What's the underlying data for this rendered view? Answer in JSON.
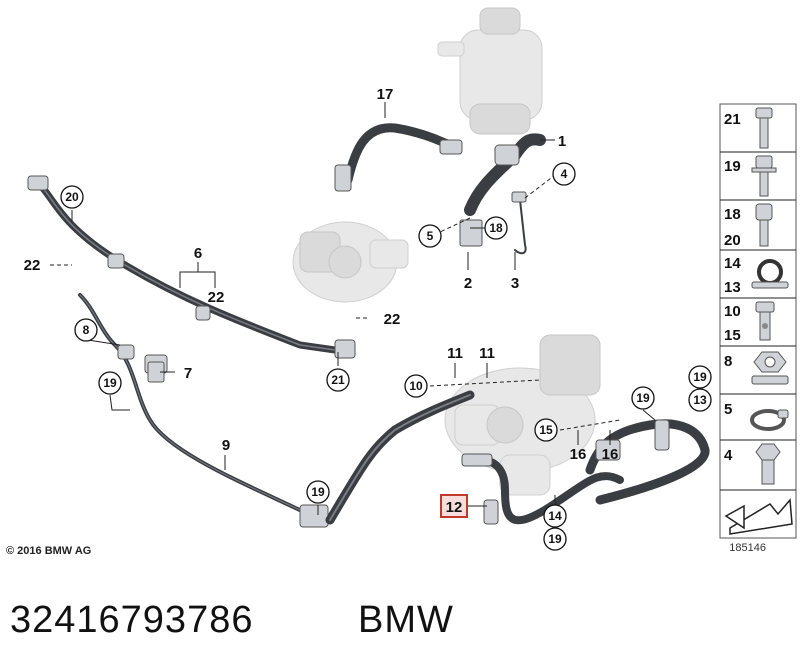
{
  "copyright": "© 2016 BMW AG",
  "part_number": "32416793786",
  "brand": "BMW",
  "diagram_ref": "185146",
  "highlighted_callout": "12",
  "callouts": {
    "c1": "1",
    "c2": "2",
    "c3": "3",
    "c4": "4",
    "c5": "5",
    "c6": "6",
    "c6b": "22",
    "c7": "7",
    "c8": "8",
    "c9": "9",
    "c10": "10",
    "c11a": "11",
    "c11b": "11",
    "c12": "12",
    "c13": "13",
    "c14": "14",
    "c15": "15",
    "c16a": "16",
    "c16b": "16",
    "c17": "17",
    "c18": "18",
    "c19a": "19",
    "c19b": "19",
    "c19c": "19",
    "c19d": "19",
    "c19e": "19",
    "c20": "20",
    "c21": "21",
    "c22a": "22",
    "c22b": "22"
  },
  "legend": [
    {
      "labels": [
        "21"
      ],
      "icon": "bolt-hex-icon"
    },
    {
      "labels": [
        "19"
      ],
      "icon": "bolt-flange-icon"
    },
    {
      "labels": [
        "18",
        "20"
      ],
      "icon": "bolt-socket-icon"
    },
    {
      "labels": [
        "14",
        "13"
      ],
      "icon": "hose-clamp-bracket-icon"
    },
    {
      "labels": [
        "10",
        "15"
      ],
      "icon": "banjo-bolt-icon"
    },
    {
      "labels": [
        "8"
      ],
      "icon": "hex-nut-icon"
    },
    {
      "labels": [
        "5"
      ],
      "icon": "hose-clip-icon"
    },
    {
      "labels": [
        "4"
      ],
      "icon": "bolt-short-icon"
    },
    {
      "labels": [],
      "icon": "arrow-direction-icon"
    }
  ],
  "colors": {
    "hose": "#3a3d42",
    "highlight": "#c0392b",
    "highlight_fill": "#f6dede"
  }
}
